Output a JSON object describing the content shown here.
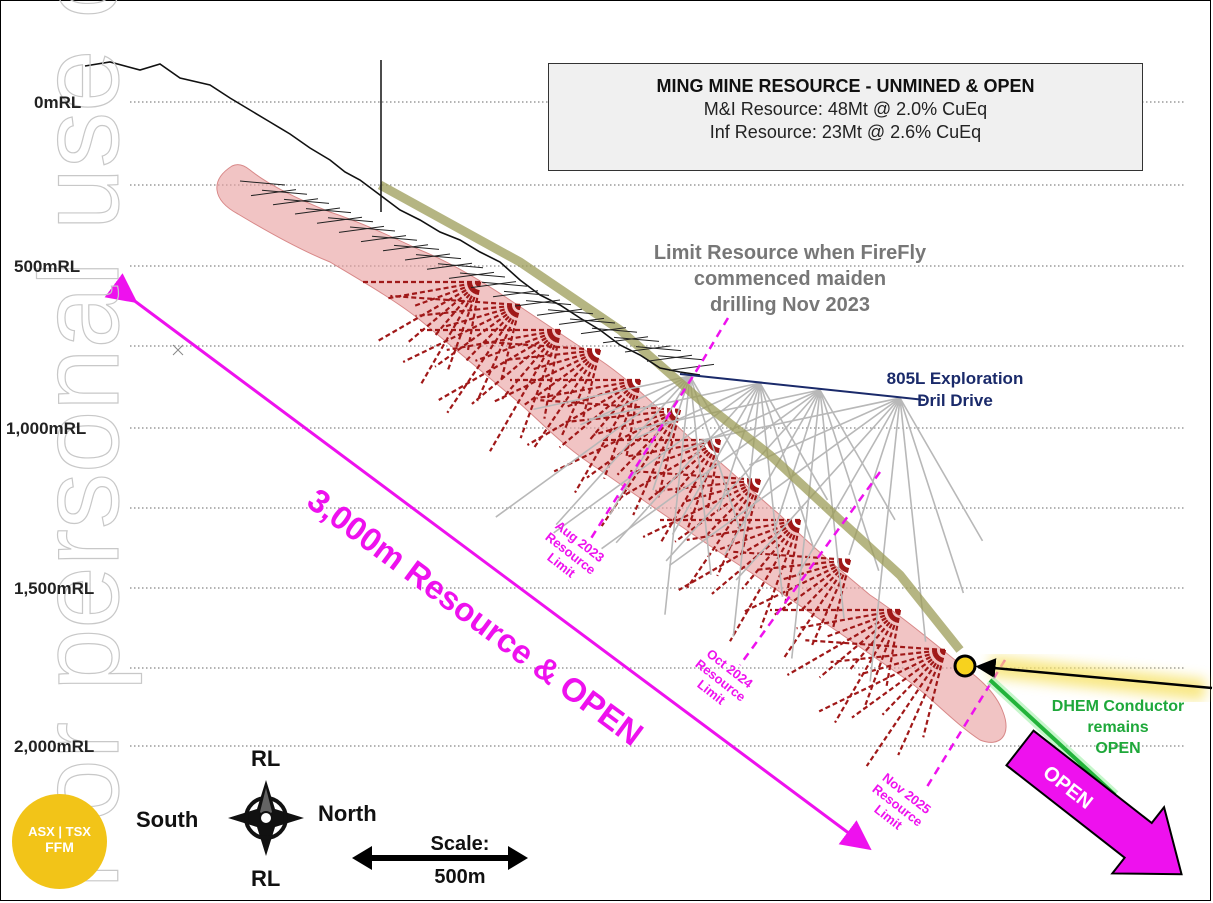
{
  "rl_levels": [
    "0mRL",
    "500mRL",
    "1,000mRL",
    "1,500mRL",
    "2,000mRL"
  ],
  "title_box": {
    "title": "MING MINE RESOURCE - UNMINED & OPEN",
    "line1": "M&I Resource: 48Mt @ 2.0% CuEq",
    "line2": "Inf Resource: 23Mt @ 2.6% CuEq"
  },
  "annotations": {
    "limit_note": [
      "Limit Resource when FireFly",
      "commenced maiden",
      "drilling Nov 2023"
    ],
    "drive_note": [
      "805L Exploration",
      "Dril Drive"
    ],
    "dhem_note": [
      "DHEM Conductor",
      "remains",
      "OPEN"
    ],
    "resource_span": "3,000m Resource & OPEN",
    "open_arrow": "OPEN",
    "aug_limit": [
      "Aug 2023",
      "Resource",
      "Limit"
    ],
    "oct_limit": [
      "Oct 2024",
      "Resource",
      "Limit"
    ],
    "nov_limit": [
      "Nov 2025",
      "Resource",
      "Limit"
    ]
  },
  "compass": {
    "top": "RL",
    "bottom": "RL",
    "left": "South",
    "right": "North"
  },
  "scale": {
    "label": "Scale:",
    "value": "500m"
  },
  "badge": {
    "exchanges": "ASX | TSX",
    "ticker": "FFM"
  },
  "watermark": "For personal use only",
  "colors": {
    "magenta": "#ee11ee",
    "resource_pink": "#e8a0a0",
    "drill_red": "#a01818",
    "grey_holes": "#b8b8b8",
    "navy": "#1a2a6a",
    "green": "#22b33a",
    "badge_gold": "#f2c418"
  }
}
